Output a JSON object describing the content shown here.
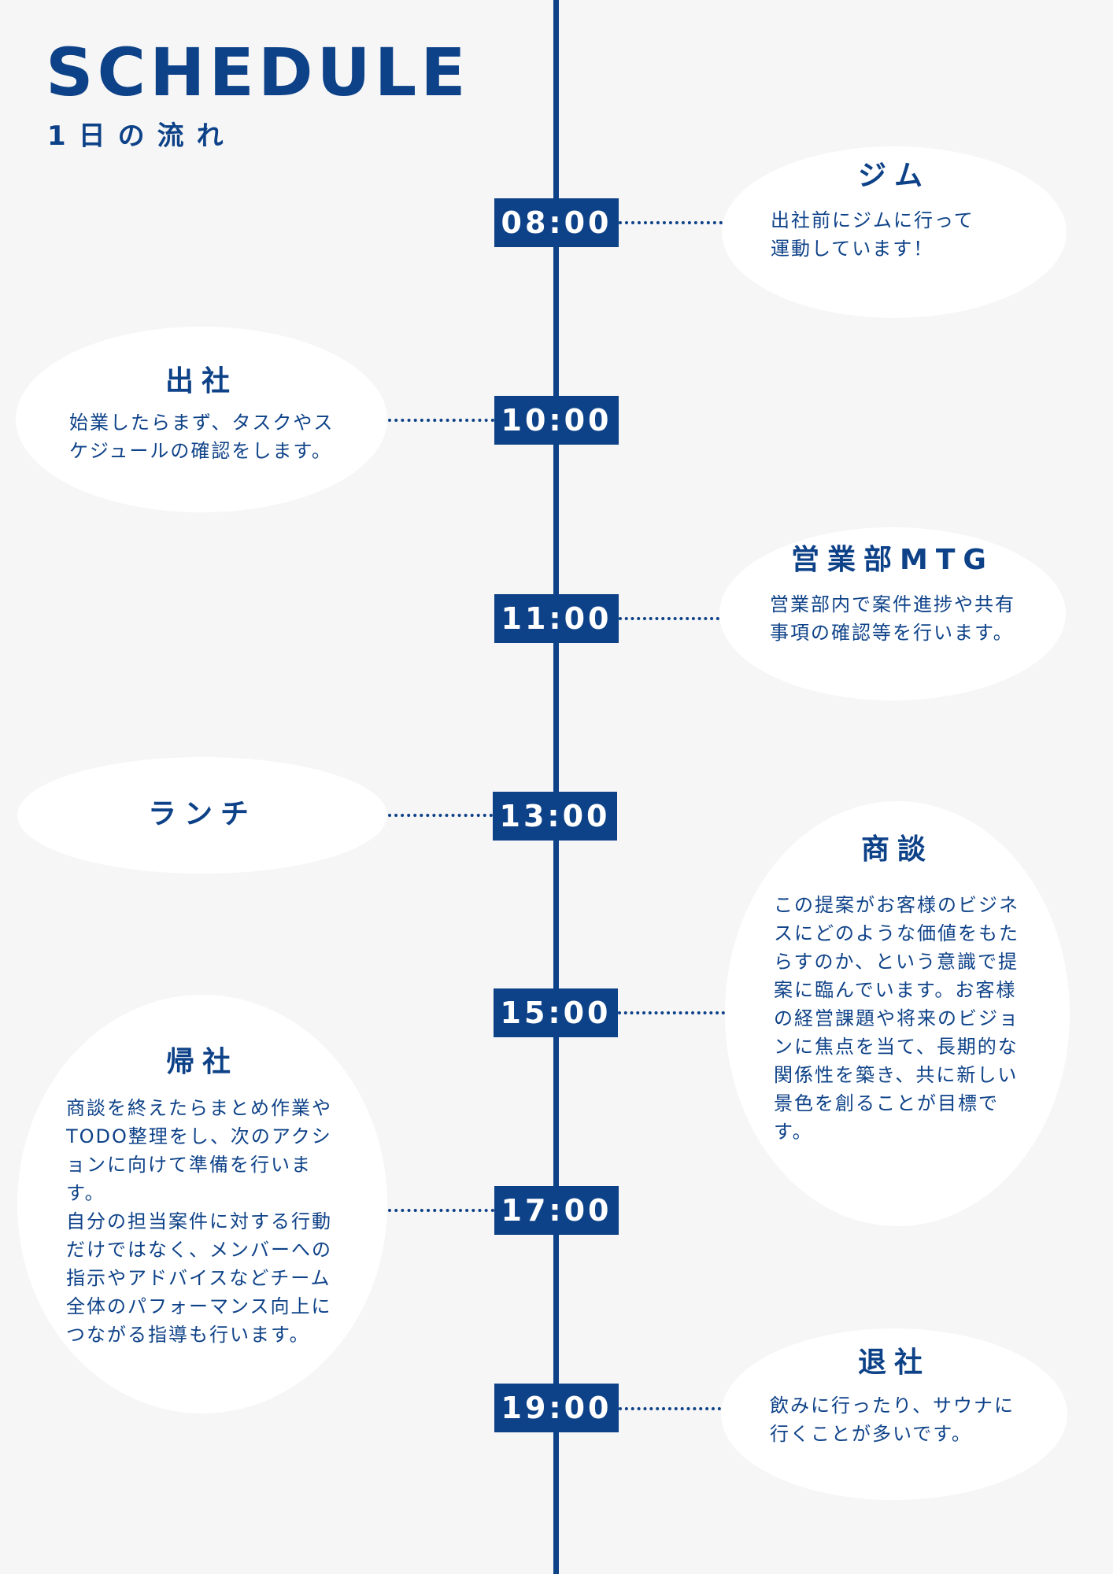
{
  "header": {
    "title": "SCHEDULE",
    "subtitle": "1日の流れ"
  },
  "colors": {
    "accent": "#0e4288",
    "background": "#f6f6f6",
    "bubble": "#ffffff"
  },
  "events": [
    {
      "time": "08:00",
      "title": "ジム",
      "description": "出社前にジムに行って\n運動しています！"
    },
    {
      "time": "10:00",
      "title": "出社",
      "description": "始業したらまず、タスクやス\nケジュールの確認をします。"
    },
    {
      "time": "11:00",
      "title": "営業部MTG",
      "description": "営業部内で案件進捗や共有\n事項の確認等を行います。"
    },
    {
      "time": "13:00",
      "title": "ランチ",
      "description": ""
    },
    {
      "time": "15:00",
      "title": "商談",
      "description": "この提案がお客様のビジネ\nスにどのような価値をもた\nらすのか、という意識で提\n案に臨んでいます。お客様\nの経営課題や将来のビジョ\nンに焦点を当て、長期的な\n関係性を築き、共に新しい\n景色を創ることが目標で\nす。"
    },
    {
      "time": "17:00",
      "title": "帰社",
      "description": "商談を終えたらまとめ作業や\nTODO整理をし、次のアクシ\nョンに向けて準備を行いま\nす。\n自分の担当案件に対する行動\nだけではなく、メンバーへの\n指示やアドバイスなどチーム\n全体のパフォーマンス向上に\nつながる指導も行います。"
    },
    {
      "time": "19:00",
      "title": "退社",
      "description": "飲みに行ったり、サウナに\n行くことが多いです。"
    }
  ]
}
